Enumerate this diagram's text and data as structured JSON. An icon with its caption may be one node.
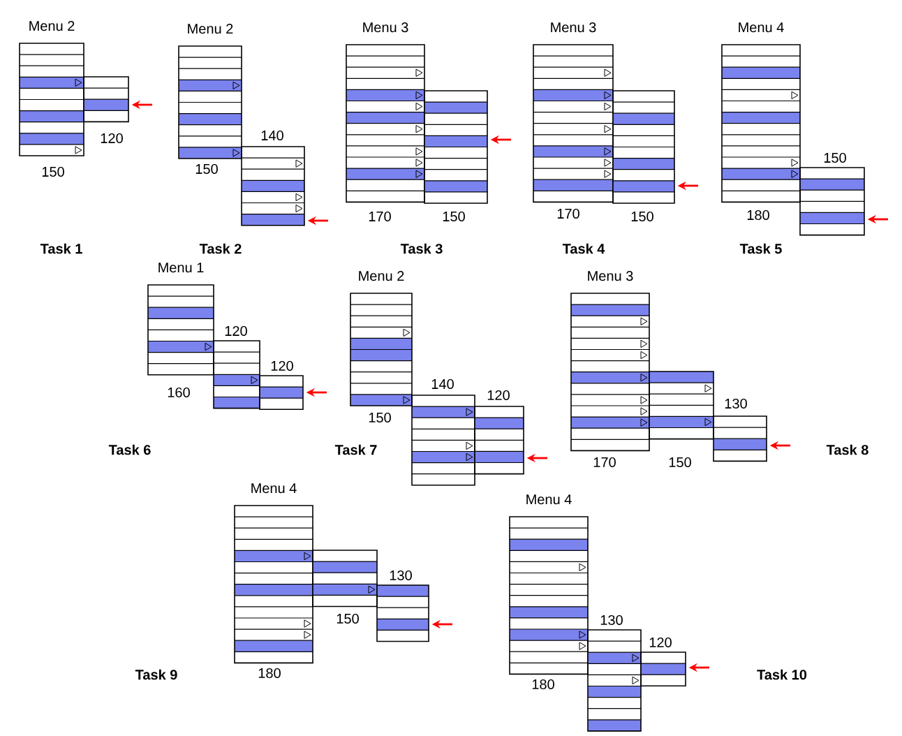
{
  "diagram": {
    "nodes": [
      {
        "text": [
          "Menu 2"
        ],
        "beside": [
          "150"
        ]
      },
      {
        "text": [],
        "shape": "box",
        "beside": [
          "120"
        ]
      },
      {
        "text": [
          "Menu 2"
        ],
        "beside": [
          "150"
        ]
      },
      {
        "text": [],
        "shape": "box",
        "beside": [
          "140"
        ]
      },
      {
        "text": [
          "Menu 3"
        ],
        "beside": [
          "170"
        ]
      },
      {
        "text": [],
        "shape": "box",
        "beside": [
          "150"
        ]
      },
      {
        "text": [
          "Menu 3"
        ],
        "beside": [
          "170"
        ]
      },
      {
        "text": [],
        "shape": "box",
        "beside": [
          "150"
        ]
      },
      {
        "text": [
          "Menu 4"
        ],
        "beside": [
          "180"
        ]
      },
      {
        "text": [],
        "shape": "box",
        "beside": [
          "150"
        ]
      },
      {
        "text": [
          "Menu 1"
        ],
        "beside": [
          "160"
        ]
      },
      {
        "text": [],
        "shape": "box",
        "beside": [
          "120"
        ]
      },
      {
        "text": [],
        "shape": "box",
        "beside": [
          "120"
        ]
      },
      {
        "text": [
          "Menu 2"
        ],
        "beside": [
          "150"
        ]
      },
      {
        "text": [],
        "shape": "box",
        "beside": [
          "140"
        ]
      },
      {
        "text": [],
        "shape": "box",
        "beside": [
          "120"
        ]
      },
      {
        "text": [
          "Menu 3"
        ],
        "beside": [
          "170"
        ]
      },
      {
        "text": [],
        "shape": "box",
        "beside": [
          "150"
        ]
      },
      {
        "text": [],
        "shape": "box",
        "beside": [
          "130"
        ]
      },
      {
        "text": [
          "Menu 4"
        ],
        "beside": [
          "180"
        ]
      },
      {
        "text": [],
        "shape": "box",
        "beside": [
          "150"
        ]
      },
      {
        "text": [],
        "shape": "box",
        "beside": [
          "130"
        ]
      },
      {
        "text": [
          "Menu 4"
        ],
        "beside": [
          "180"
        ]
      },
      {
        "text": [],
        "shape": "box",
        "beside": [
          "130"
        ]
      },
      {
        "text": [],
        "shape": "box",
        "beside": [
          "120"
        ]
      }
    ],
    "edges": [
      {
        "from": null,
        "to": 1,
        "arrow": "to"
      },
      {
        "from": null,
        "to": 3,
        "arrow": "to"
      },
      {
        "from": null,
        "to": 5,
        "arrow": "to"
      },
      {
        "from": null,
        "to": 7,
        "arrow": "to"
      },
      {
        "from": null,
        "to": 9,
        "arrow": "to"
      },
      {
        "from": null,
        "to": 12,
        "arrow": "to"
      },
      {
        "from": null,
        "to": 15,
        "arrow": "to"
      },
      {
        "from": null,
        "to": 18,
        "arrow": "to"
      },
      {
        "from": null,
        "to": 21,
        "arrow": "to"
      },
      {
        "from": null,
        "to": 24,
        "arrow": "to"
      }
    ],
    "labels": [
      "Task 1",
      "Task 2",
      "Task 3",
      "Task 4",
      "Task 5",
      "Task 6",
      "Task 7",
      "Task 8",
      "Task 9",
      "Task 10"
    ]
  }
}
